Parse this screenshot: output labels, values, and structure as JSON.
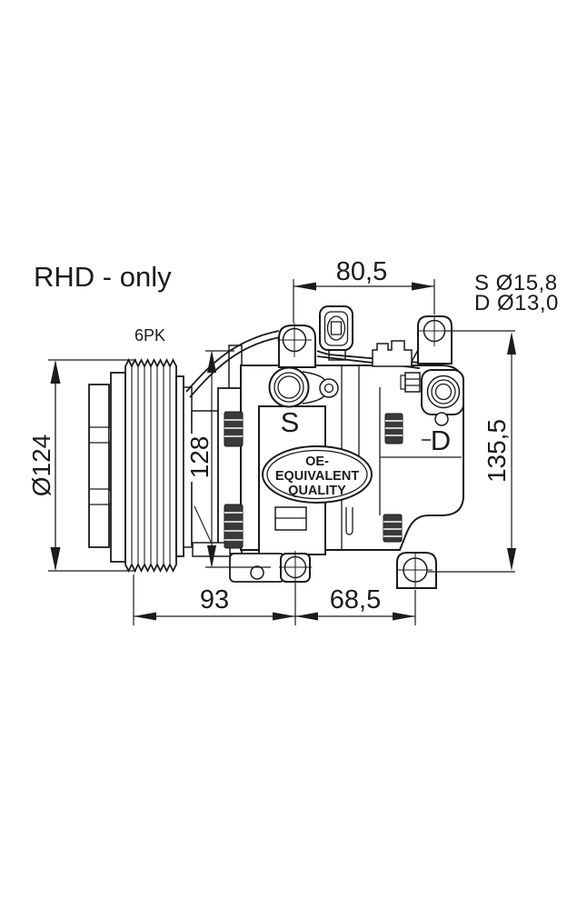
{
  "drawing": {
    "title": "RHD - only",
    "belt_type": "6PK",
    "port_suction_label": "S",
    "port_discharge_label": "D",
    "spec_suction": "S Ø15,8",
    "spec_discharge": "D Ø13,0",
    "badge_line1": "OE-",
    "badge_line2": "EQUIVALENT",
    "badge_line3": "QUALITY",
    "dim_top_width": "80,5",
    "dim_pulley_diameter": "Ø124",
    "dim_body_height": "128",
    "dim_mount_height": "135,5",
    "dim_bottom_left": "93",
    "dim_bottom_right": "68,5",
    "line_color": "#1b1b1b",
    "background_color": "#ffffff"
  }
}
